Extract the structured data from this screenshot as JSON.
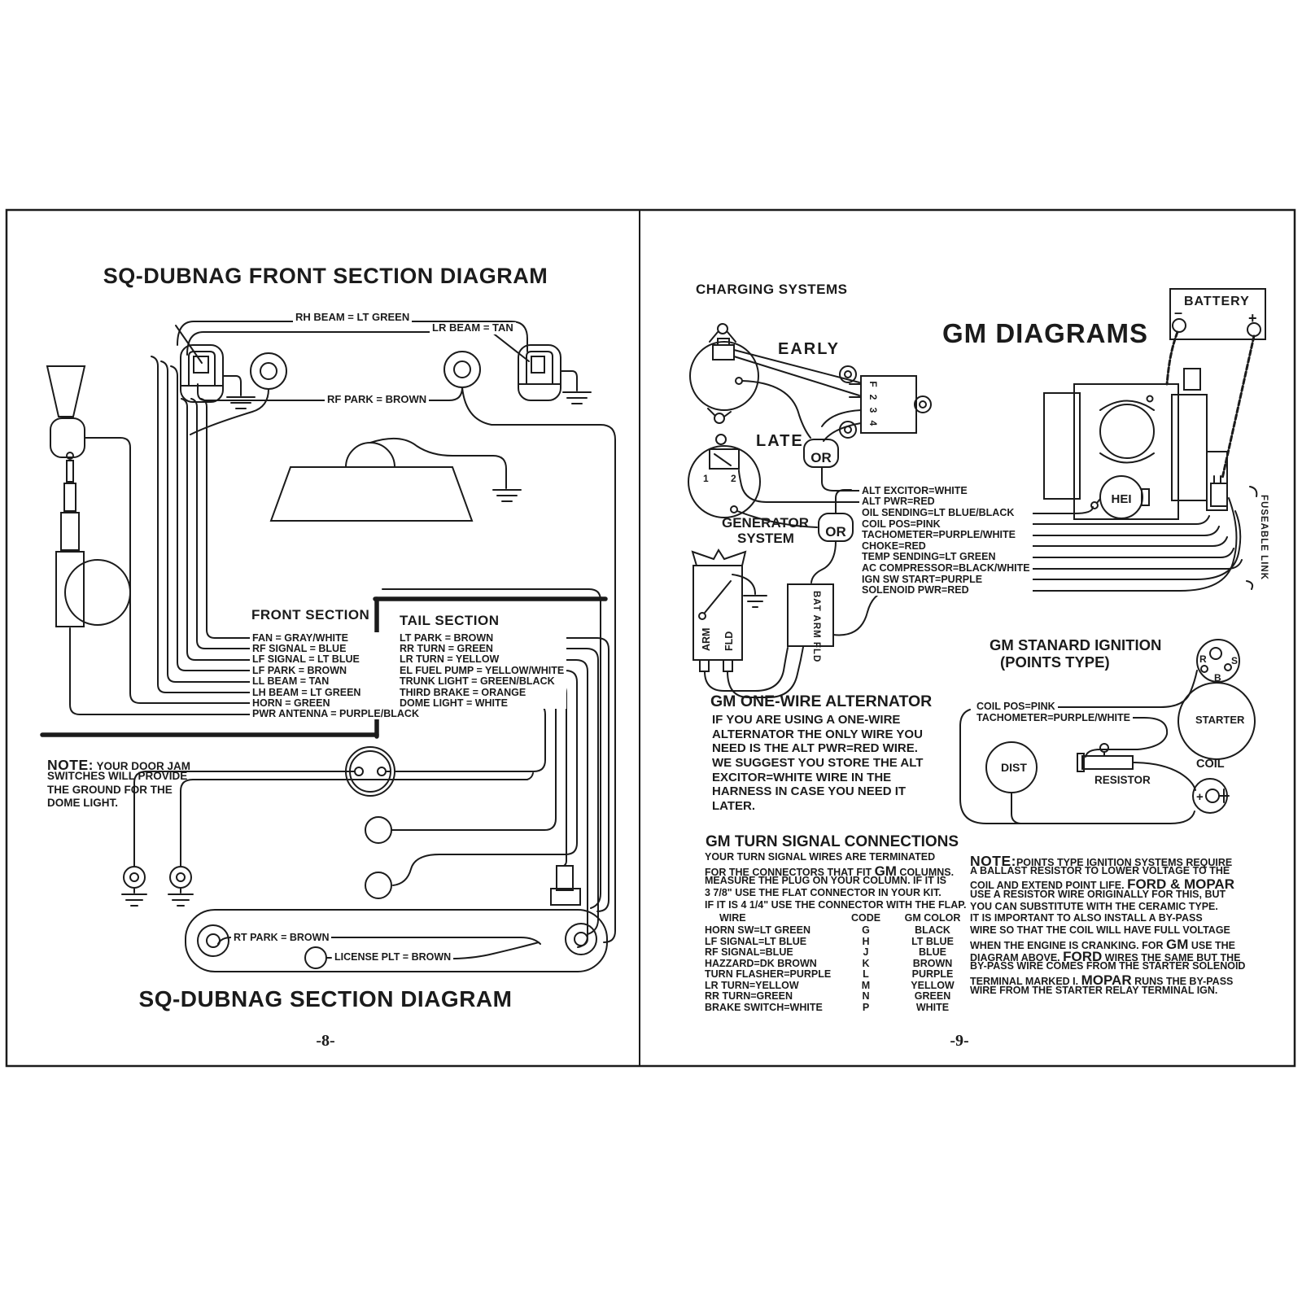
{
  "colors": {
    "ink": "#1b1b1b",
    "paper": "#ffffff"
  },
  "page8": {
    "title": "SQ-DUBNAG FRONT SECTION DIAGRAM",
    "bottom_title": "SQ-DUBNAG SECTION DIAGRAM",
    "page_number": "-8-",
    "labels": {
      "rh_beam": "RH BEAM = LT GREEN",
      "lr_beam": "LR BEAM = TAN",
      "rf_park": "RF PARK = BROWN",
      "rt_park": "RT PARK = BROWN",
      "license_plt": "LICENSE PLT = BROWN"
    },
    "front_section": {
      "heading": "FRONT SECTION",
      "items": [
        "FAN = GRAY/WHITE",
        "RF SIGNAL = BLUE",
        "LF SIGNAL = LT BLUE",
        "LF PARK = BROWN",
        "LL BEAM = TAN",
        "LH BEAM = LT GREEN",
        "HORN = GREEN",
        "PWR ANTENNA = PURPLE/BLACK"
      ]
    },
    "tail_section": {
      "heading": "TAIL SECTION",
      "items": [
        "LT PARK = BROWN",
        "RR TURN = GREEN",
        "LR TURN = YELLOW",
        "EL FUEL PUMP = YELLOW/WHITE",
        "TRUNK LIGHT = GREEN/BLACK",
        "THIRD BRAKE = ORANGE",
        "DOME LIGHT = WHITE"
      ]
    },
    "note_lines": [
      [
        {
          "t": "NOTE:",
          "h": true
        },
        {
          "t": " YOUR DOOR JAM"
        }
      ],
      [
        {
          "t": "SWITCHES WILL PROVIDE"
        }
      ],
      [
        {
          "t": "THE GROUND FOR THE"
        }
      ],
      [
        {
          "t": "DOME LIGHT."
        }
      ]
    ]
  },
  "page9": {
    "charging_heading": "CHARGING SYSTEMS",
    "title": "GM DIAGRAMS",
    "battery": "BATTERY",
    "minus": "–",
    "plus": "+",
    "early": "EARLY",
    "late": "LATE",
    "or_label": "OR",
    "generator_line1": "GENERATOR",
    "generator_line2": "SYSTEM",
    "connector_pins": [
      "F",
      "2",
      "3",
      "4"
    ],
    "late_pins": [
      "1",
      "2"
    ],
    "gen_arm": "ARM",
    "gen_fld": "FLD",
    "regulator": "BAT ARM FLD",
    "hei": "HEI",
    "fuseable_link": "FUSEABLE LINK",
    "wires": [
      "ALT EXCITOR=WHITE",
      "ALT PWR=RED",
      "OIL SENDING=LT BLUE/BLACK",
      "COIL POS=PINK",
      "TACHOMETER=PURPLE/WHITE",
      "CHOKE=RED",
      "TEMP SENDING=LT GREEN",
      "AC COMPRESSOR=BLACK/WHITE",
      "IGN SW START=PURPLE",
      "SOLENOID PWR=RED"
    ],
    "one_wire": {
      "heading": "GM ONE-WIRE ALTERNATOR",
      "lines": [
        "IF YOU ARE USING A ONE-WIRE",
        "ALTERNATOR THE ONLY WIRE YOU",
        "NEED IS THE ALT PWR=RED WIRE.",
        "WE SUGGEST YOU STORE THE ALT",
        "EXCITOR=WHITE WIRE IN THE",
        "HARNESS IN CASE YOU NEED IT",
        "LATER."
      ]
    },
    "ignition": {
      "heading_line1": "GM STANARD IGNITION",
      "heading_line2": "(POINTS TYPE)",
      "coil_pos": "COIL POS=PINK",
      "tachometer": "TACHOMETER=PURPLE/WHITE",
      "starter": "STARTER",
      "dist": "DIST",
      "resistor": "RESISTOR",
      "coil": "COIL",
      "sol_r": "R",
      "sol_s": "S",
      "sol_b": "B",
      "coil_plus": "+"
    },
    "turn_signal": {
      "heading": "GM TURN SIGNAL CONNECTIONS",
      "intro": [
        [
          {
            "t": "YOUR TURN SIGNAL WIRES ARE TERMINATED"
          }
        ],
        [
          {
            "t": "FOR THE CONNECTORS THAT FIT "
          },
          {
            "t": "GM",
            "big": true
          },
          {
            "t": " COLUMNS."
          }
        ],
        [
          {
            "t": "MEASURE THE PLUG ON YOUR COLUMN. IF IT IS"
          }
        ],
        [
          {
            "t": "3 7/8\" USE THE FLAT CONNECTOR IN YOUR KIT."
          }
        ],
        [
          {
            "t": "IF IT IS 4 1/4\" USE THE CONNECTOR WITH THE FLAP."
          }
        ]
      ],
      "headers": [
        "WIRE",
        "CODE",
        "GM COLOR"
      ],
      "rows": [
        {
          "wire": "HORN SW=LT GREEN",
          "code": "G",
          "color": "BLACK"
        },
        {
          "wire": "LF SIGNAL=LT BLUE",
          "code": "H",
          "color": "LT BLUE"
        },
        {
          "wire": "RF SIGNAL=BLUE",
          "code": "J",
          "color": "BLUE"
        },
        {
          "wire": "HAZZARD=DK BROWN",
          "code": "K",
          "color": "BROWN"
        },
        {
          "wire": "TURN FLASHER=PURPLE",
          "code": "L",
          "color": "PURPLE"
        },
        {
          "wire": "LR TURN=YELLOW",
          "code": "M",
          "color": "YELLOW"
        },
        {
          "wire": "RR TURN=GREEN",
          "code": "N",
          "color": "GREEN"
        },
        {
          "wire": "BRAKE SWITCH=WHITE",
          "code": "P",
          "color": "WHITE"
        }
      ]
    },
    "note_lines": [
      [
        {
          "t": "NOTE:",
          "h": true
        },
        {
          "t": "POINTS TYPE IGNITION SYSTEMS REQUIRE"
        }
      ],
      [
        {
          "t": "A BALLAST RESISTOR TO LOWER VOLTAGE TO THE"
        }
      ],
      [
        {
          "t": "COIL AND EXTEND POINT LIFE. "
        },
        {
          "t": "FORD & MOPAR",
          "big": true
        }
      ],
      [
        {
          "t": "USE A RESISTOR WIRE ORIGINALLY FOR THIS, BUT"
        }
      ],
      [
        {
          "t": "YOU CAN SUBSTITUTE WITH THE CERAMIC TYPE."
        }
      ],
      [
        {
          "t": "IT IS IMPORTANT TO ALSO INSTALL A BY-PASS"
        }
      ],
      [
        {
          "t": "WIRE SO THAT THE COIL WILL HAVE FULL VOLTAGE"
        }
      ],
      [
        {
          "t": "WHEN THE ENGINE IS CRANKING. FOR "
        },
        {
          "t": "GM",
          "big": true
        },
        {
          "t": " USE THE"
        }
      ],
      [
        {
          "t": "DIAGRAM ABOVE. "
        },
        {
          "t": "FORD",
          "big": true
        },
        {
          "t": " WIRES THE SAME BUT THE"
        }
      ],
      [
        {
          "t": "BY-PASS WIRE COMES FROM THE STARTER SOLENOID"
        }
      ],
      [
        {
          "t": "TERMINAL MARKED I. "
        },
        {
          "t": "MOPAR",
          "big": true
        },
        {
          "t": " RUNS THE BY-PASS"
        }
      ],
      [
        {
          "t": "WIRE FROM THE STARTER RELAY TERMINAL IGN."
        }
      ]
    ],
    "page_number": "-9-"
  }
}
